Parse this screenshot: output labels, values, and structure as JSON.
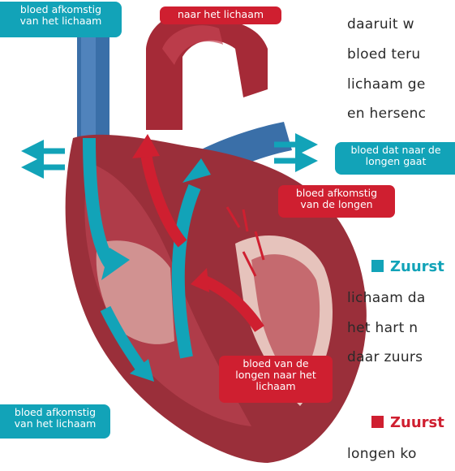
{
  "labels": {
    "top_left": [
      "bloed afkomstig",
      "van het lichaam"
    ],
    "top_center": [
      "naar het lichaam"
    ],
    "right_mid": [
      "bloed dat naar de",
      "longen gaat"
    ],
    "right_red": [
      "bloed afkomstig",
      "van de longen"
    ],
    "bottom_right": [
      "bloed van de",
      "longen naar het",
      "lichaam"
    ],
    "bottom_left": [
      "bloed afkomstig",
      "van het lichaam"
    ]
  },
  "body_text": {
    "line1": "daaruit  w",
    "line2": "bloed  teru",
    "line3": "lichaam ge",
    "line4": "en hersenc",
    "heading1": "Zuurst",
    "para1_line1": "lichaam da",
    "para1_line2": "het  hart  n",
    "para1_line3": "daar zuurs",
    "heading2": "Zuurst",
    "para2_line1": "longen  ko"
  },
  "colors": {
    "blue_accent": "#12a3b8",
    "red_accent": "#cf1f30",
    "heart_muscle": "#9a2f3a",
    "vein_blue": "#3a6fa8"
  }
}
